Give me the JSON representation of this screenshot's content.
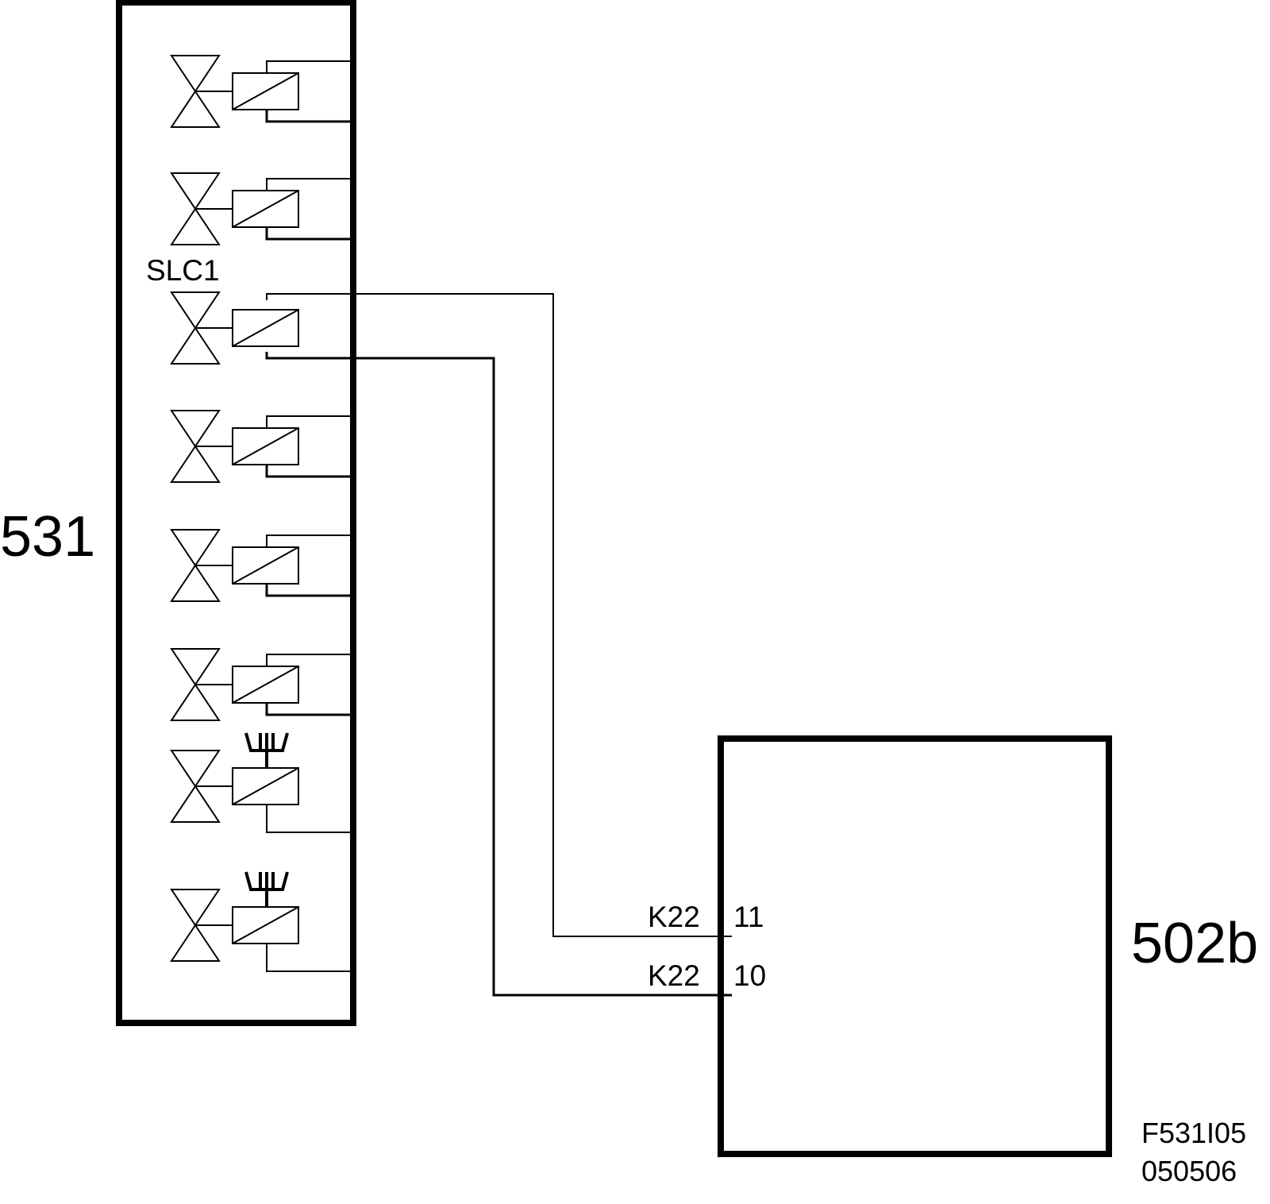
{
  "blocks": {
    "left": {
      "label": "531"
    },
    "right": {
      "label": "502b"
    }
  },
  "valve_label": "SLC1",
  "valve_count": 8,
  "pilot_valve_count": 2,
  "connections": [
    {
      "connector": "K22",
      "pin": "11"
    },
    {
      "connector": "K22",
      "pin": "10"
    }
  ],
  "drawing_ref": {
    "code": "F531I05",
    "date": "050506"
  },
  "colors": {
    "ink": "#000000",
    "paper": "#ffffff"
  }
}
